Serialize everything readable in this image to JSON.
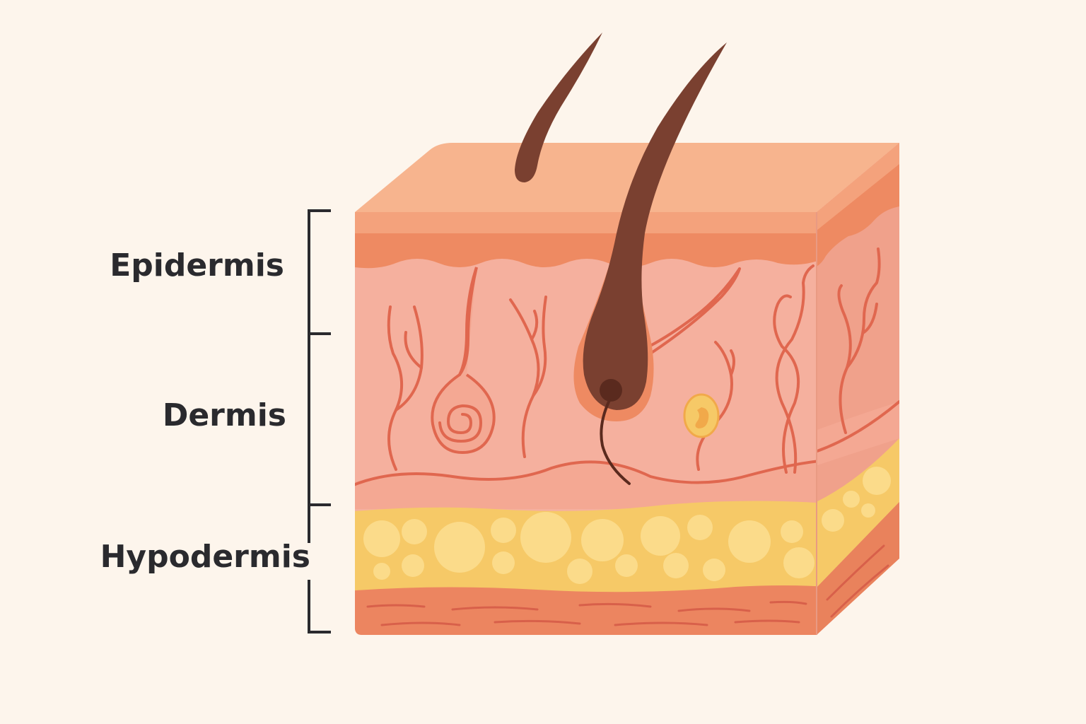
{
  "labels": {
    "epidermis": "Epidermis",
    "dermis": "Dermis",
    "hypodermis": "Hypodermis"
  },
  "colors": {
    "background": "#fdf5ec",
    "skin_surface": "#f7b48e",
    "epidermis_band": "#ee8a62",
    "dermis": "#f5b09e",
    "dermis_side": "#f0a18b",
    "vessels": "#e0674f",
    "hair": "#7a4030",
    "fat": "#f6c967",
    "fat_cells": "#fbdb8a",
    "muscle": "#ec8560",
    "bracket": "#2a2a2e",
    "text": "#2a2a2e"
  },
  "icons": {
    "hair": "hair-shaft-icon",
    "follicle": "hair-follicle-icon",
    "sweat_gland": "sweat-gland-icon",
    "nerve_receptor": "nerve-receptor-icon"
  }
}
